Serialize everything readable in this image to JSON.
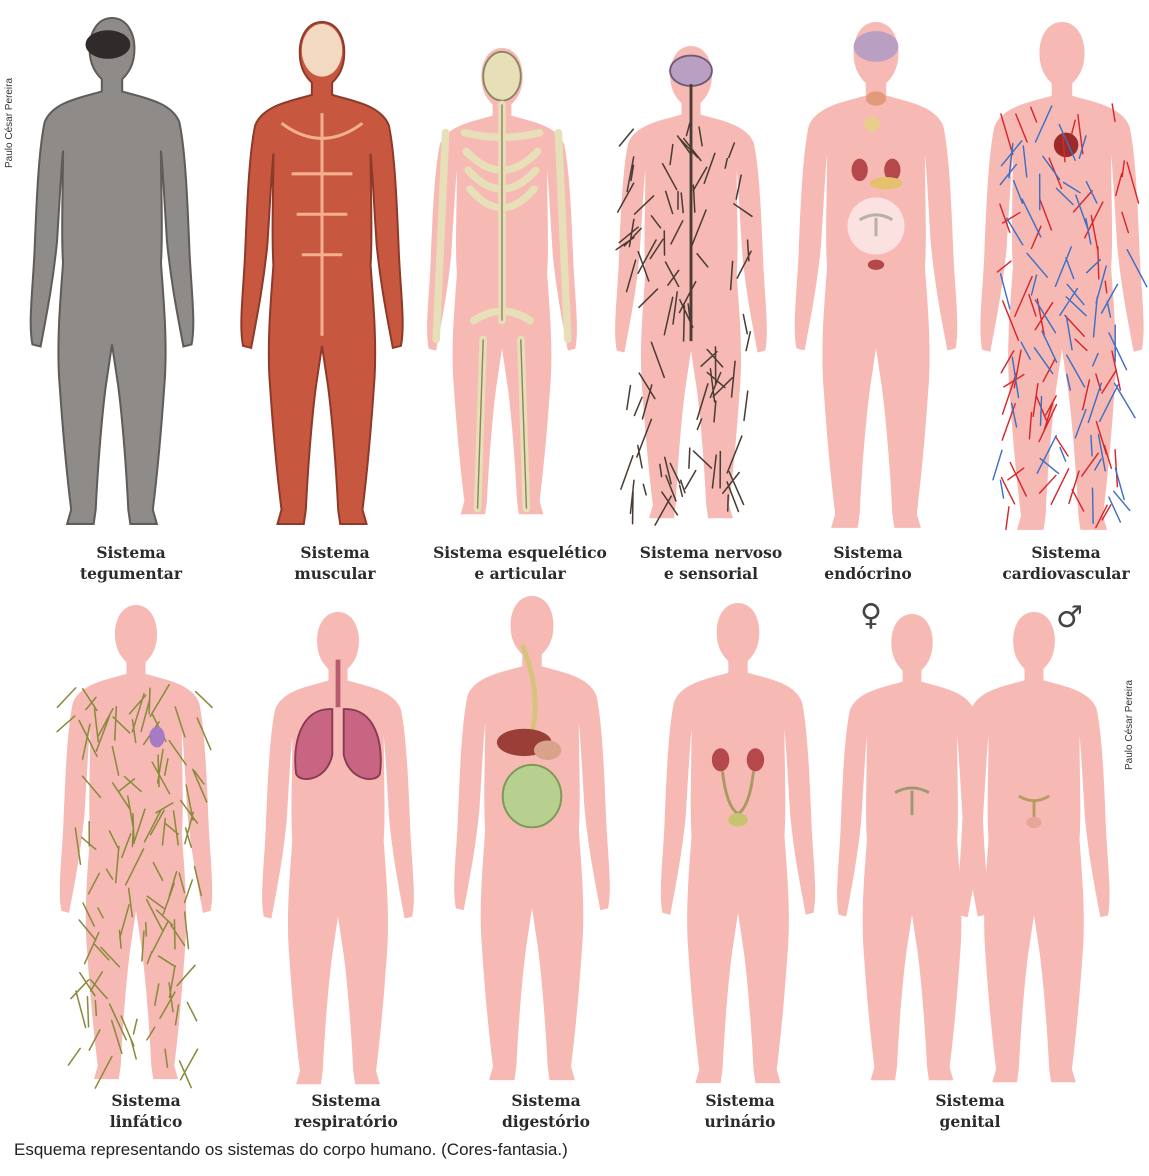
{
  "credits": {
    "top": "Paulo César Pereira",
    "right": "Paulo César Pereira"
  },
  "systems": [
    {
      "line1": "Sistema",
      "line2": "tegumentar"
    },
    {
      "line1": "Sistema",
      "line2": "muscular"
    },
    {
      "line1": "Sistema esquelético",
      "line2": "e articular"
    },
    {
      "line1": "Sistema nervoso",
      "line2": "e sensorial"
    },
    {
      "line1": "Sistema",
      "line2": "endócrino"
    },
    {
      "line1": "Sistema",
      "line2": "cardiovascular"
    },
    {
      "line1": "Sistema",
      "line2": "linfático"
    },
    {
      "line1": "Sistema",
      "line2": "respiratório"
    },
    {
      "line1": "Sistema",
      "line2": "digestório"
    },
    {
      "line1": "Sistema",
      "line2": "urinário"
    },
    {
      "line1": "Sistema",
      "line2": "genital"
    }
  ],
  "symbols": {
    "female": "♀",
    "male": "♂"
  },
  "caption": "Esquema representando os sistemas do corpo humano. (Cores-fantasia.)",
  "colors": {
    "body_pink": "#f7b9b4",
    "skin_gray": "#8e8b88",
    "muscle_red": "#c8573f",
    "bone_cream": "#e6dfb8",
    "nerve_dark": "#4a3c34",
    "artery_red": "#d7262b",
    "vein_blue": "#3d6fc4",
    "lymph_olive": "#8a8a3c",
    "lung_pink": "#c76583",
    "gut_green": "#b7cf8f",
    "kidney_red": "#b5484a"
  }
}
